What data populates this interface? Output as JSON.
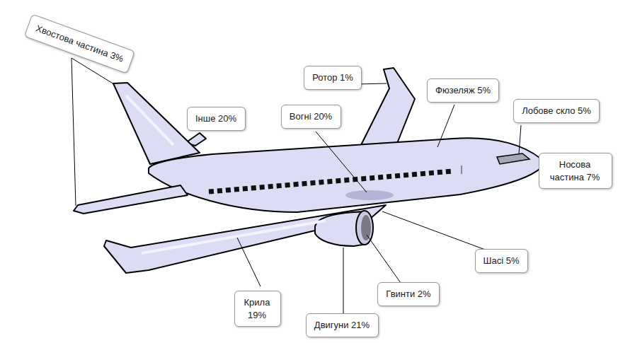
{
  "diagram": {
    "nodes": [
      {
        "text": [
          "Хвостова частина 3%"
        ]
      },
      {
        "text": [
          "Ротор 1%"
        ]
      },
      {
        "text": [
          "Фюзеляж 5%"
        ]
      },
      {
        "text": [
          "Інше 20%"
        ]
      },
      {
        "text": [
          "Вогні 20%"
        ]
      },
      {
        "text": [
          "Лобове скло 5%"
        ]
      },
      {
        "text": [
          "Носова частина 7%"
        ]
      },
      {
        "text": [
          "Шасі 5%"
        ]
      },
      {
        "text": [
          "Крила 19%"
        ]
      },
      {
        "text": [
          "Гвинти 2%"
        ]
      },
      {
        "text": [
          "Двигуни 21%"
        ]
      }
    ]
  }
}
